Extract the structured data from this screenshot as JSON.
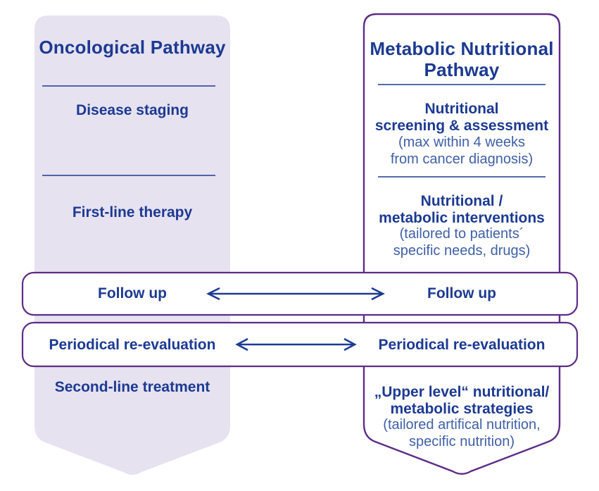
{
  "colors": {
    "navy_text": "#1c3a92",
    "note_blue": "#3f5fa8",
    "lavender_fill": "#e7e2f0",
    "purple_border": "#5e2c87",
    "band_fill": "#ffffff"
  },
  "left_panel": {
    "title": "Oncological Pathway",
    "stages": [
      "Disease staging",
      "First-line therapy",
      "Second-line treatment"
    ]
  },
  "right_panel": {
    "title_lines": [
      "Metabolic Nutritional",
      "Pathway"
    ],
    "steps": [
      {
        "bold_lines": [
          "Nutritional",
          "screening & assessment"
        ],
        "note_lines": [
          "(max within 4 weeks",
          "from cancer diagnosis)"
        ]
      },
      {
        "bold_lines": [
          "Nutritional /",
          "metabolic interventions"
        ],
        "note_lines": [
          "(tailored to patients´",
          "specific needs, drugs)"
        ]
      },
      {
        "bold_lines": [
          "„Upper level“ nutritional/",
          "metabolic strategies"
        ],
        "note_lines": [
          "(tailored artifical nutrition,",
          "specific nutrition)"
        ]
      }
    ]
  },
  "connectors": [
    {
      "left_label": "Follow up",
      "right_label": "Follow up"
    },
    {
      "left_label": "Periodical re-evaluation",
      "right_label": "Periodical re-evaluation"
    }
  ]
}
